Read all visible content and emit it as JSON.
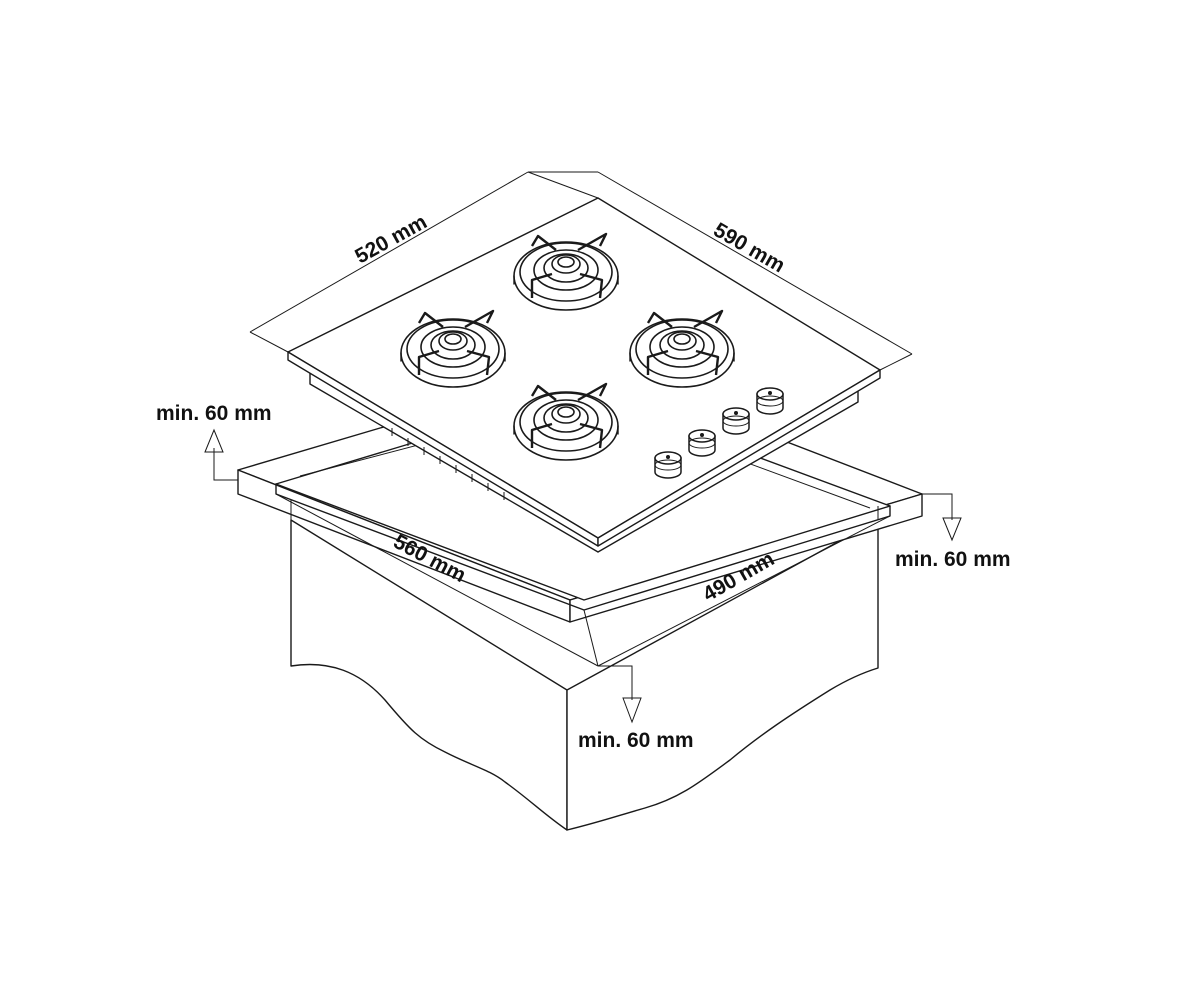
{
  "diagram": {
    "hob": {
      "width_label": "590 mm",
      "depth_label": "520 mm",
      "burners": 4,
      "knobs": 4
    },
    "cutout": {
      "width_label": "560 mm",
      "depth_label": "490 mm"
    },
    "clearances": {
      "left_rear": "min. 60 mm",
      "right_side": "min. 60 mm",
      "front": "min. 60 mm"
    },
    "colors": {
      "line": "#1a1a1a",
      "background": "#ffffff"
    }
  }
}
